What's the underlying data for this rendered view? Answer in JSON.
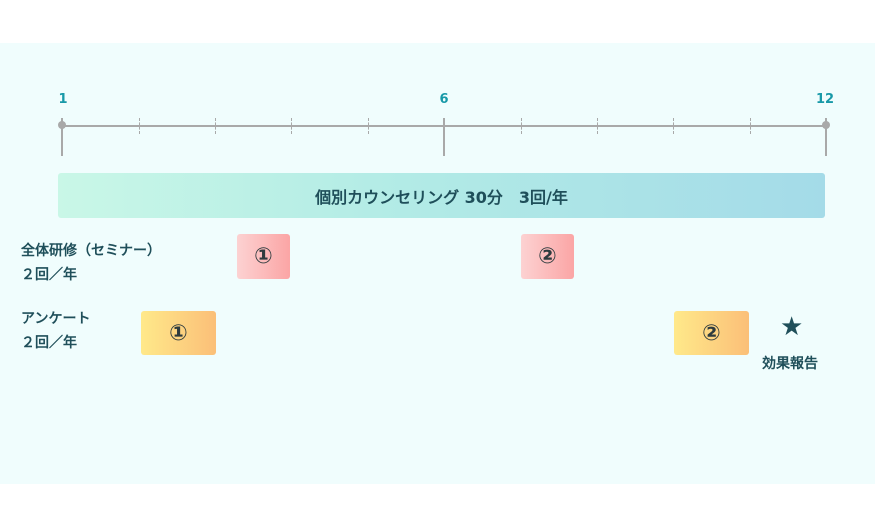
{
  "timeline": {
    "ticks": [
      "1",
      "6",
      "12"
    ]
  },
  "counseling_bar": {
    "label": "個別カウンセリング 30分　3回/年"
  },
  "rows": [
    {
      "label": "全体研修（セミナー）\n２回／年",
      "events": [
        "①",
        "②"
      ],
      "color": "#fba5a5"
    },
    {
      "label": "アンケート\n２回／年",
      "events": [
        "①",
        "②"
      ],
      "color": "#fbbf78"
    }
  ],
  "report": {
    "icon": "star-icon",
    "glyph": "★",
    "label": "効果報告"
  }
}
